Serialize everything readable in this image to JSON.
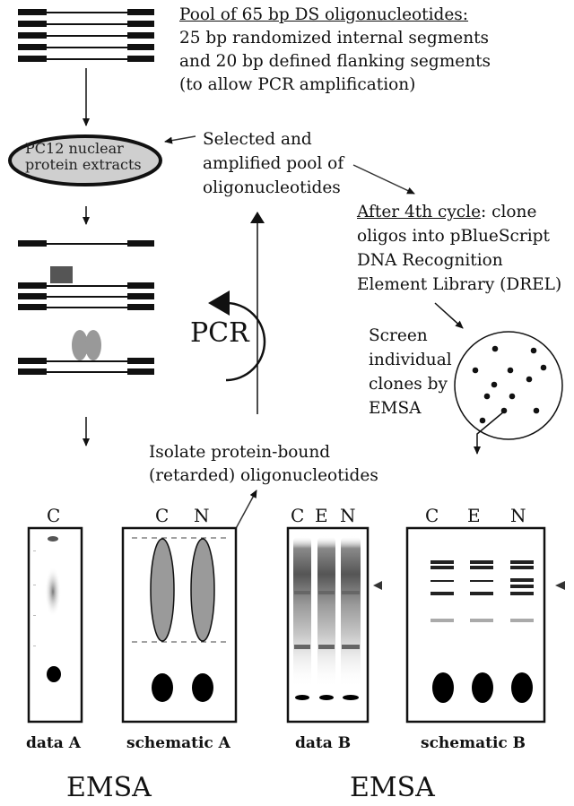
{
  "pool": {
    "title": "Pool of 65 bp DS oligonucleotides:",
    "line1": "25 bp randomized internal segments",
    "line2": "and 20 bp defined flanking segments",
    "line3": "(to allow PCR amplification)"
  },
  "extract": {
    "line1": "PC12 nuclear",
    "line2": "protein extracts"
  },
  "selected": {
    "line1": "Selected and",
    "line2": "amplified pool of",
    "line3": "oligonucleotides"
  },
  "cycle": {
    "title": "After 4th cycle",
    "title_rest": ": clone",
    "line1": "oligos into pBlueScript",
    "line2": "DNA Recognition",
    "line3": "Element Library (DREL)"
  },
  "screen": {
    "line1": "Screen",
    "line2": "individual",
    "line3": "clones by",
    "line4": "EMSA"
  },
  "pcr": "PCR",
  "isolate": {
    "line1": "Isolate protein-bound",
    "line2": "(retarded) oligonucleotides"
  },
  "lanes": {
    "dataA": [
      "C"
    ],
    "schematicA": [
      "C",
      "N"
    ],
    "dataB": [
      "C",
      "E",
      "N"
    ],
    "schematicB": [
      "C",
      "E",
      "N"
    ]
  },
  "captions": {
    "dataA": "data A",
    "schematicA": "schematic A",
    "dataB": "data B",
    "schematicB": "schematic B"
  },
  "emsa_left": "EMSA",
  "emsa_right": "EMSA",
  "colors": {
    "ellipse_fill": "#cfcfcf",
    "band_grey": "#8a8a8a",
    "protein_square": "#555555"
  }
}
